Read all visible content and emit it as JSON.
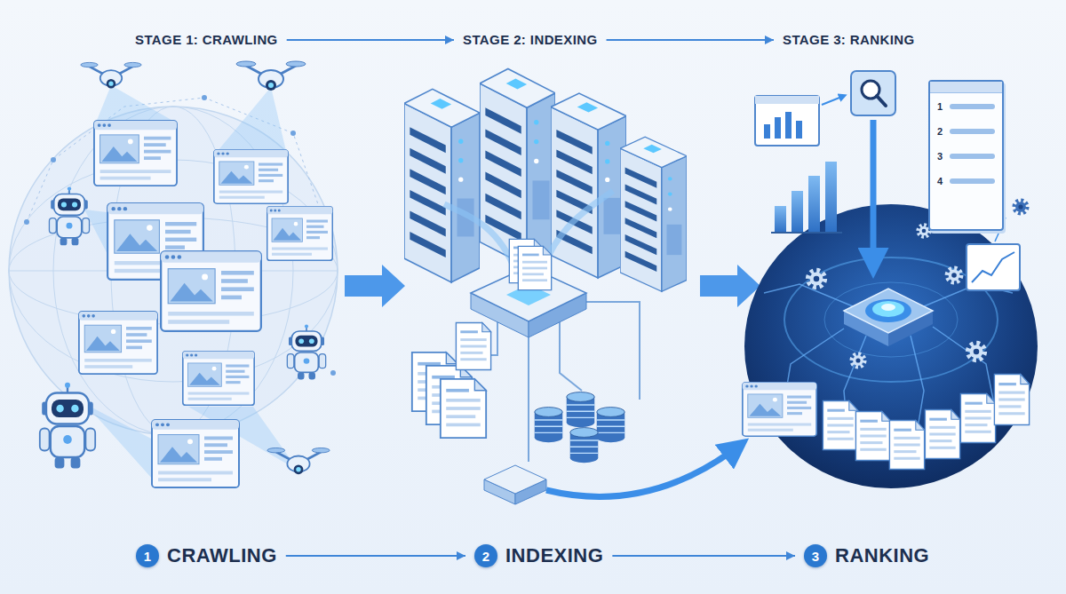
{
  "diagram": {
    "nodes": [
      {
        "text": [
          "STAGE 1: CRAWLING"
        ]
      },
      {
        "text": [
          "STAGE 2: INDEXING"
        ]
      },
      {
        "text": [
          "STAGE 3: RANKING"
        ]
      },
      {
        "text": [
          "1",
          "2",
          "3",
          "4"
        ]
      },
      {
        "text": [
          "1",
          "CRAWLING"
        ]
      },
      {
        "text": [
          "2",
          "INDEXING"
        ]
      },
      {
        "text": [
          "3",
          "RANKING"
        ]
      }
    ],
    "edges": [
      {
        "from": 0,
        "to": 1,
        "arrow": "to"
      },
      {
        "from": 1,
        "to": 2,
        "arrow": "to"
      },
      {
        "from": 4,
        "to": 5,
        "arrow": "to"
      },
      {
        "from": 5,
        "to": 6,
        "arrow": "to"
      }
    ]
  }
}
